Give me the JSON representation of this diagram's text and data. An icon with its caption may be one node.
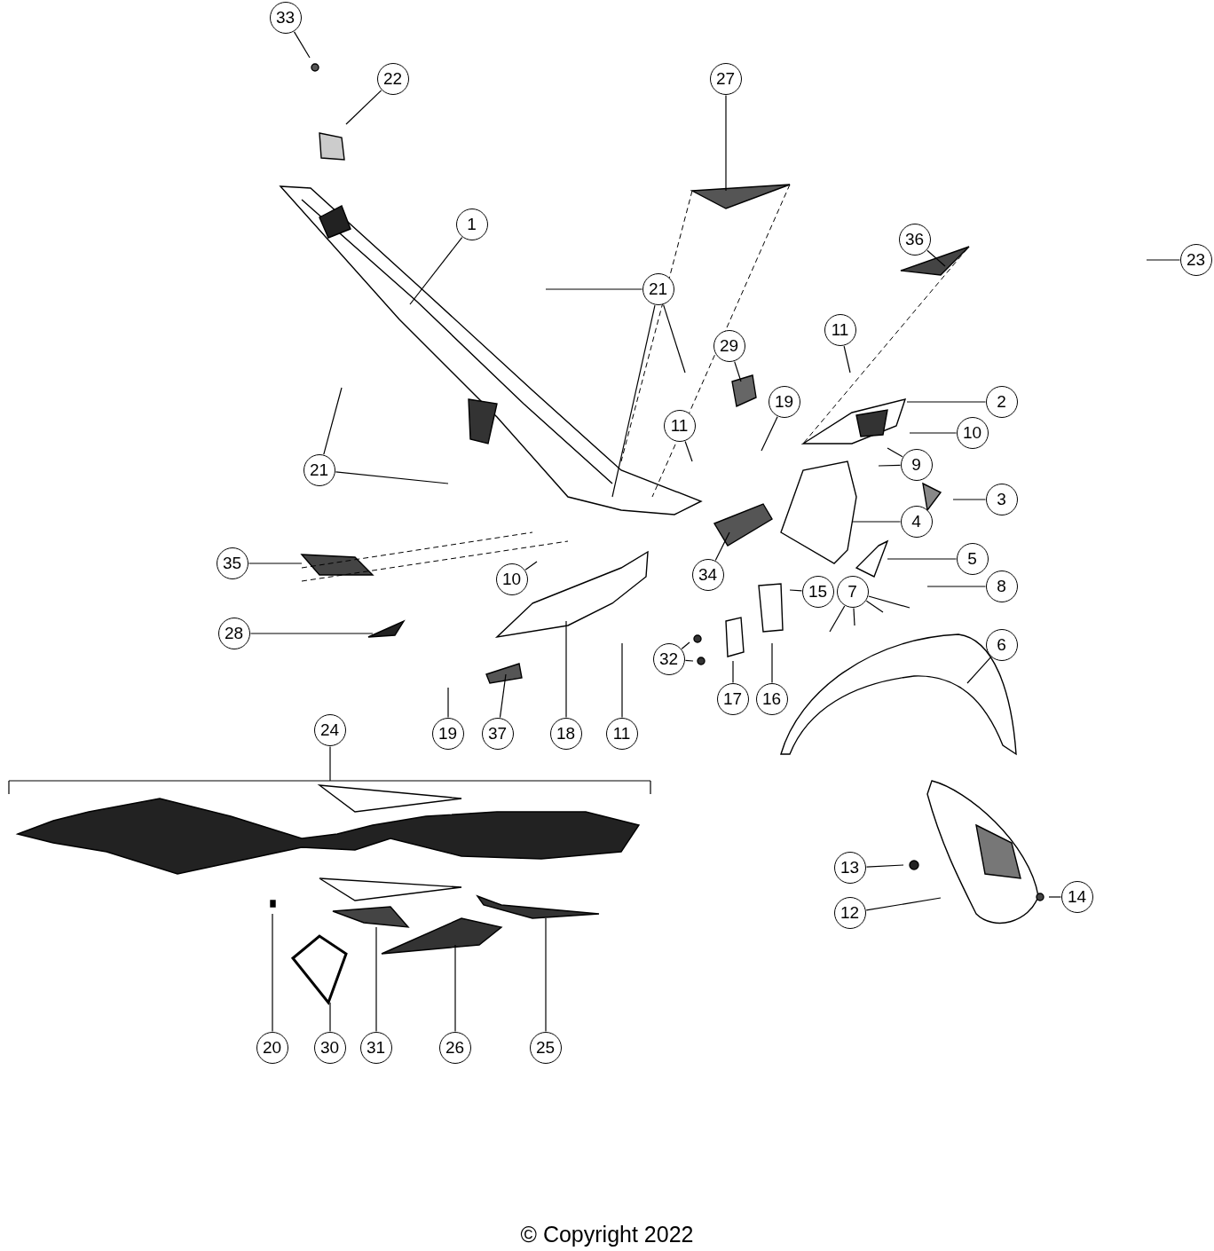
{
  "diagram": {
    "nodes": [
      {
        "text": [
          "33"
        ]
      },
      {
        "text": [
          "22"
        ]
      },
      {
        "text": [
          "27"
        ]
      },
      {
        "text": [
          "1"
        ]
      },
      {
        "text": [
          "36"
        ]
      },
      {
        "text": [
          "23"
        ]
      },
      {
        "text": [
          "21"
        ]
      },
      {
        "text": [
          "11"
        ]
      },
      {
        "text": [
          "29"
        ]
      },
      {
        "text": [
          "19"
        ]
      },
      {
        "text": [
          "2"
        ]
      },
      {
        "text": [
          "10"
        ]
      },
      {
        "text": [
          "11"
        ]
      },
      {
        "text": [
          "21"
        ]
      },
      {
        "text": [
          "9"
        ]
      },
      {
        "text": [
          "3"
        ]
      },
      {
        "text": [
          "4"
        ]
      },
      {
        "text": [
          "35"
        ]
      },
      {
        "text": [
          "5"
        ]
      },
      {
        "text": [
          "34"
        ]
      },
      {
        "text": [
          "10"
        ]
      },
      {
        "text": [
          "8"
        ]
      },
      {
        "text": [
          "15"
        ]
      },
      {
        "text": [
          "7"
        ]
      },
      {
        "text": [
          "28"
        ]
      },
      {
        "text": [
          "6"
        ]
      },
      {
        "text": [
          "32"
        ]
      },
      {
        "text": [
          "17"
        ]
      },
      {
        "text": [
          "16"
        ]
      },
      {
        "text": [
          "19"
        ]
      },
      {
        "text": [
          "37"
        ]
      },
      {
        "text": [
          "18"
        ]
      },
      {
        "text": [
          "11"
        ]
      },
      {
        "text": [
          "24"
        ]
      },
      {
        "text": [
          "13"
        ]
      },
      {
        "text": [
          "14"
        ]
      },
      {
        "text": [
          "12"
        ]
      },
      {
        "text": [
          "20"
        ]
      },
      {
        "text": [
          "30"
        ]
      },
      {
        "text": [
          "31"
        ]
      },
      {
        "text": [
          "26"
        ]
      },
      {
        "text": [
          "25"
        ]
      }
    ],
    "edges": [
      {
        "from": 0,
        "to": null,
        "arrow": "none"
      },
      {
        "from": 1,
        "to": null,
        "arrow": "none"
      },
      {
        "from": 2,
        "to": null,
        "arrow": "none"
      },
      {
        "from": 3,
        "to": null,
        "arrow": "none"
      },
      {
        "from": 4,
        "to": null,
        "arrow": "none"
      },
      {
        "from": 5,
        "to": null,
        "arrow": "none"
      },
      {
        "from": 6,
        "to": null,
        "arrow": "none"
      },
      {
        "from": 6,
        "to": null,
        "arrow": "none"
      },
      {
        "from": 6,
        "to": null,
        "arrow": "none"
      },
      {
        "from": 7,
        "to": null,
        "arrow": "none"
      },
      {
        "from": 8,
        "to": null,
        "arrow": "none"
      },
      {
        "from": 9,
        "to": null,
        "arrow": "none"
      },
      {
        "from": 10,
        "to": null,
        "arrow": "none"
      },
      {
        "from": 11,
        "to": null,
        "arrow": "none"
      },
      {
        "from": 12,
        "to": null,
        "arrow": "none"
      },
      {
        "from": 13,
        "to": null,
        "arrow": "none"
      },
      {
        "from": 13,
        "to": null,
        "arrow": "none"
      },
      {
        "from": 14,
        "to": null,
        "arrow": "none"
      },
      {
        "from": 14,
        "to": null,
        "arrow": "none"
      },
      {
        "from": 15,
        "to": null,
        "arrow": "none"
      },
      {
        "from": 16,
        "to": null,
        "arrow": "none"
      },
      {
        "from": 17,
        "to": null,
        "arrow": "none"
      },
      {
        "from": 18,
        "to": null,
        "arrow": "none"
      },
      {
        "from": 19,
        "to": null,
        "arrow": "none"
      },
      {
        "from": 20,
        "to": null,
        "arrow": "none"
      },
      {
        "from": 21,
        "to": null,
        "arrow": "none"
      },
      {
        "from": 22,
        "to": null,
        "arrow": "none"
      },
      {
        "from": 23,
        "to": null,
        "arrow": "none"
      },
      {
        "from": 23,
        "to": null,
        "arrow": "none"
      },
      {
        "from": 23,
        "to": null,
        "arrow": "none"
      },
      {
        "from": 23,
        "to": null,
        "arrow": "none"
      },
      {
        "from": 24,
        "to": null,
        "arrow": "none"
      },
      {
        "from": 25,
        "to": null,
        "arrow": "none"
      },
      {
        "from": 26,
        "to": null,
        "arrow": "none"
      },
      {
        "from": 26,
        "to": null,
        "arrow": "none"
      },
      {
        "from": 27,
        "to": null,
        "arrow": "none"
      },
      {
        "from": 28,
        "to": null,
        "arrow": "none"
      },
      {
        "from": 29,
        "to": null,
        "arrow": "none"
      },
      {
        "from": 30,
        "to": null,
        "arrow": "none"
      },
      {
        "from": 31,
        "to": null,
        "arrow": "none"
      },
      {
        "from": 32,
        "to": null,
        "arrow": "none"
      },
      {
        "from": 33,
        "to": null,
        "arrow": "none"
      },
      {
        "from": 34,
        "to": null,
        "arrow": "none"
      },
      {
        "from": 35,
        "to": null,
        "arrow": "none"
      },
      {
        "from": 36,
        "to": null,
        "arrow": "none"
      },
      {
        "from": 37,
        "to": null,
        "arrow": "none"
      },
      {
        "from": 38,
        "to": null,
        "arrow": "none"
      },
      {
        "from": 39,
        "to": null,
        "arrow": "none"
      },
      {
        "from": 40,
        "to": null,
        "arrow": "none"
      },
      {
        "from": 41,
        "to": null,
        "arrow": "none"
      }
    ],
    "labels": [
      "© Copyright 2022"
    ]
  }
}
